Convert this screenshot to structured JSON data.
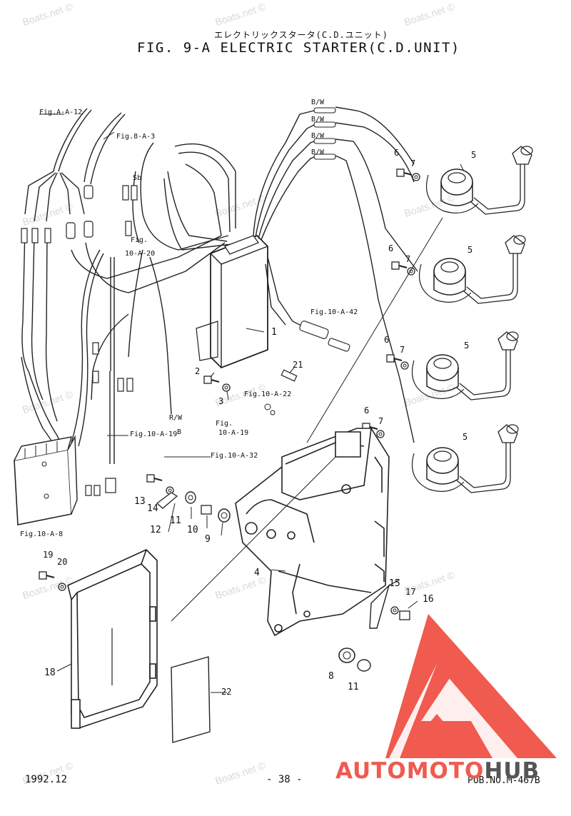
{
  "header": {
    "title_jp": "エレクトリックスタータ(C.D.ユニット)",
    "title": "FIG.  9-A ELECTRIC STARTER(C.D.UNIT)"
  },
  "watermark": "Boats.net ©",
  "callouts": {
    "c1": "1",
    "c2": "2",
    "c3": "3",
    "c4": "4",
    "c5a": "5",
    "c5b": "5",
    "c5c": "5",
    "c5d": "5",
    "c6a": "6",
    "c6b": "6",
    "c6c": "6",
    "c6d": "6",
    "c7a": "7",
    "c7b": "7",
    "c7c": "7",
    "c7d": "7",
    "c8": "8",
    "c9": "9",
    "c10": "10",
    "c11a": "11",
    "c11b": "11",
    "c12": "12",
    "c13": "13",
    "c14": "14",
    "c15": "15",
    "c16": "16",
    "c17": "17",
    "c18": "18",
    "c19": "19",
    "c20": "20",
    "c21": "21",
    "c22": "22",
    "c23": "Sb"
  },
  "refs": {
    "r1": "Fig.A-A-12",
    "r2": "Fig.8-A-3",
    "r3": "Fig.",
    "r4": "10-A-20",
    "r5": "Fig.10-A-42",
    "r6": "Fig.10-A-22",
    "r7": "Fig.",
    "r8": "10-A-19",
    "r9": "Fig.10-A-19",
    "r10": "Fig.10-A-32",
    "r11": "Fig.10-A-8",
    "r12": "R/W",
    "r13": "B",
    "bw1": "B/W",
    "bw2": "B/W",
    "bw3": "B/W",
    "bw4": "B/W"
  },
  "footer": {
    "date": "1992.12",
    "page": "- 38 -",
    "pub": "PUB.NO.M-467B"
  },
  "logo": {
    "part1": "AUTOMOTO",
    "part2": "HUB",
    "accent_color": "#f05a4f",
    "gray_color": "#555555"
  }
}
